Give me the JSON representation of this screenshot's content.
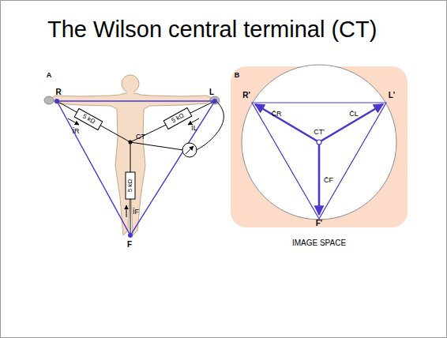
{
  "diagram": {
    "title": "The Wilson central terminal (CT)",
    "labels": [
      "A",
      "B",
      "R",
      "L",
      "CT",
      "F",
      "5 kΩ",
      "5 kΩ",
      "5 kΩ",
      "ĪR",
      "ĪL",
      "ĪF",
      "R'",
      "L'",
      "CT'",
      "F'",
      "C̄R",
      "C̄L",
      "C̄F",
      "IMAGE SPACE"
    ]
  }
}
